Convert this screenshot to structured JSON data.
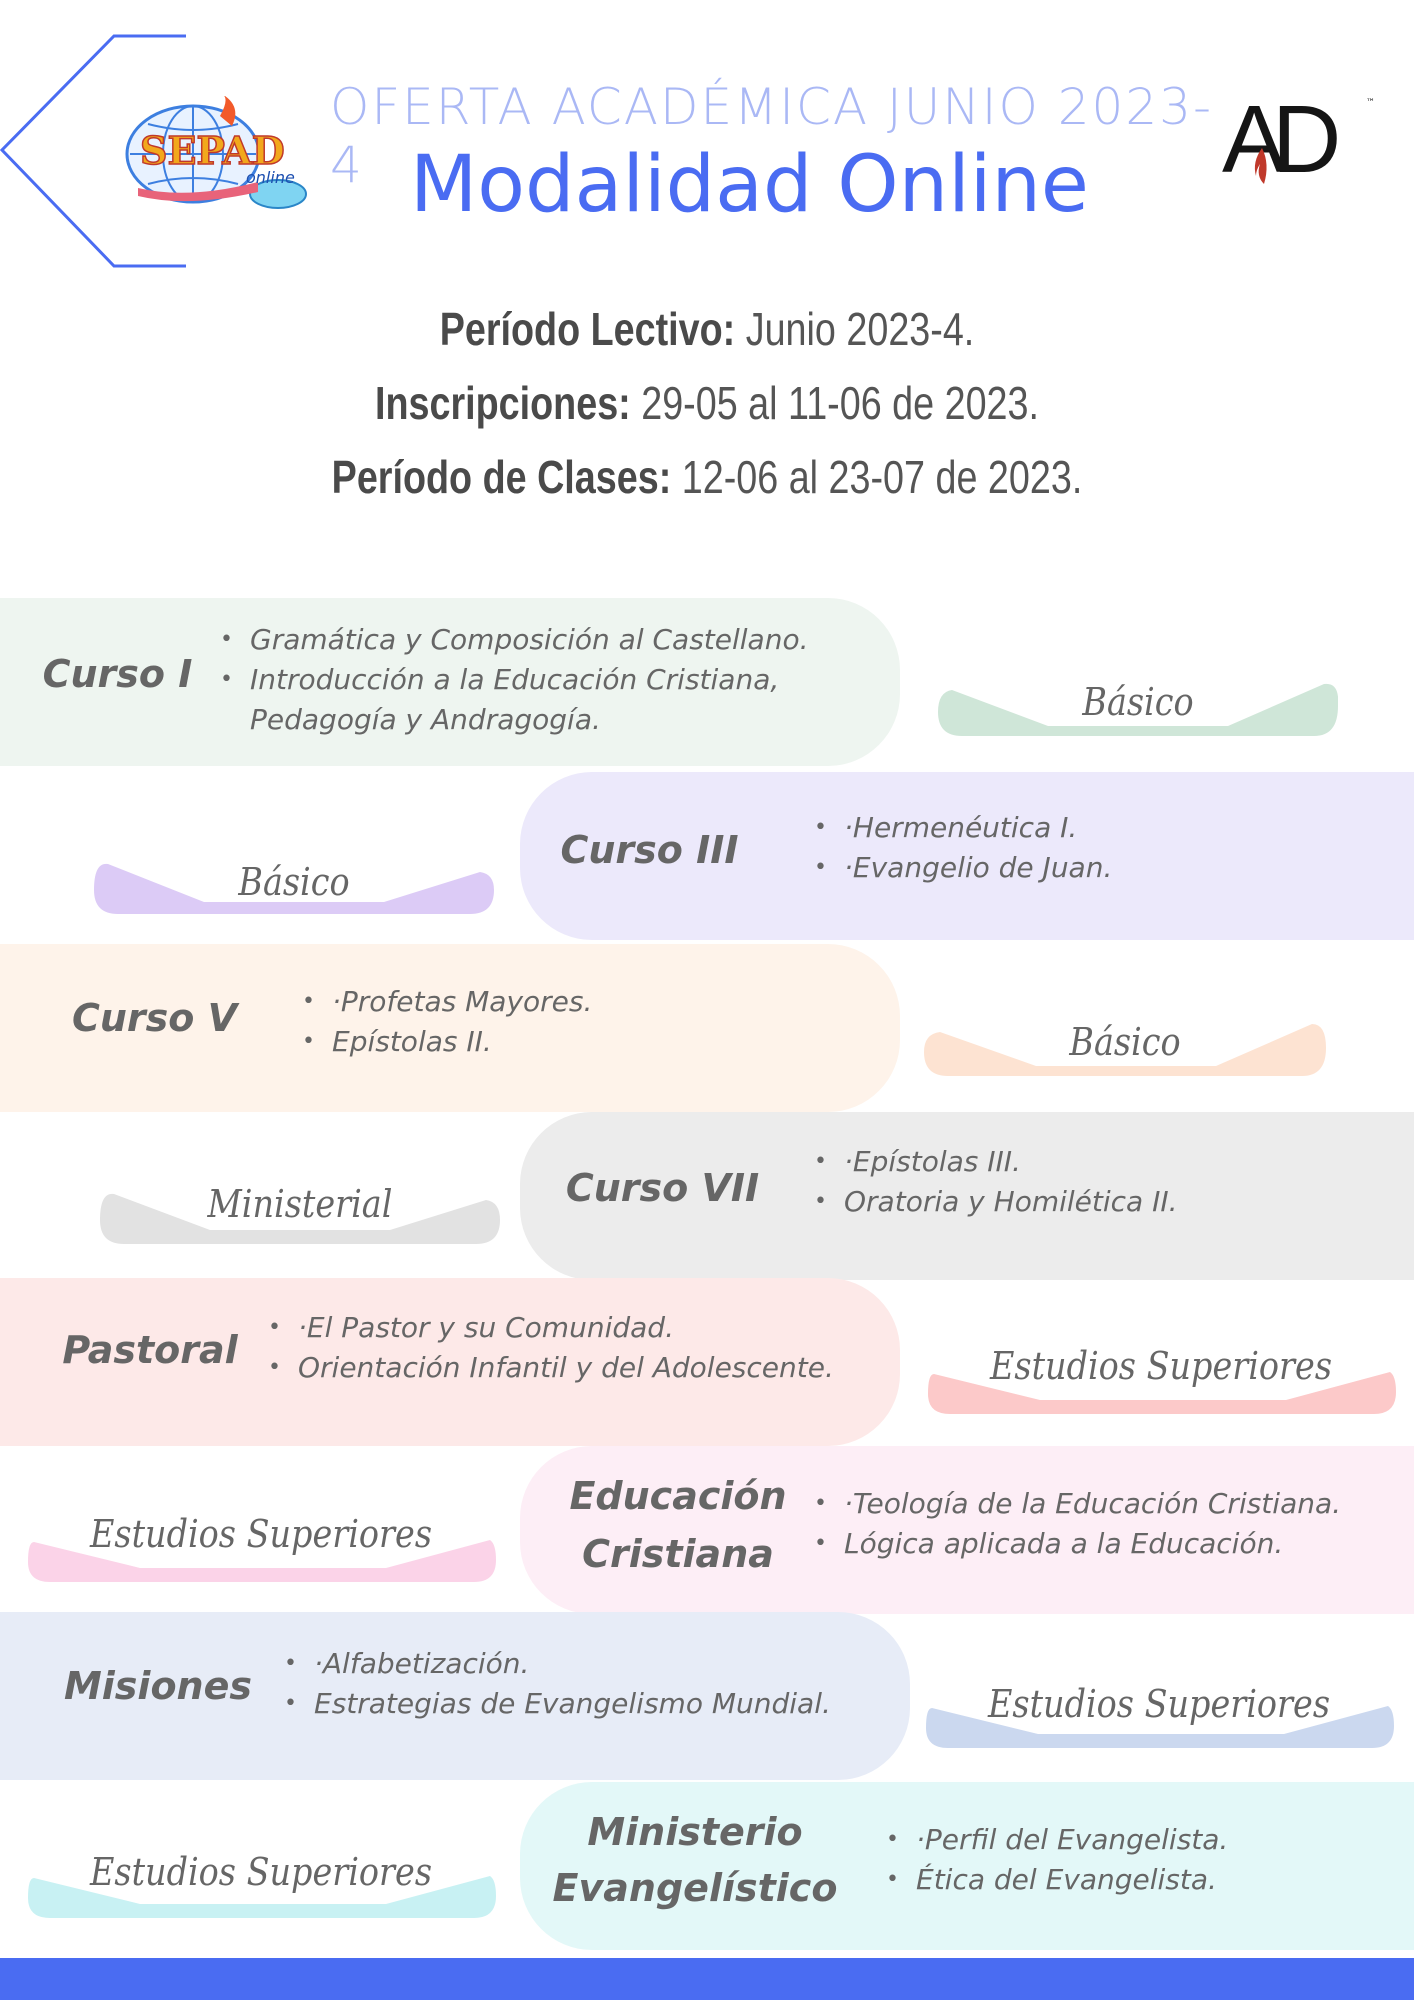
{
  "header": {
    "supertitle": "OFERTA ACADÉMICA JUNIO 2023-4",
    "title": "Modalidad Online",
    "logo_left_text": "SEPAD",
    "logo_left_sub": "online",
    "logo_right_text": "AD"
  },
  "info": {
    "periodo_label": "Período Lectivo:",
    "periodo_value": " Junio 2023-4.",
    "inscripciones_label": "Inscripciones:",
    "inscripciones_value": " 29-05 al 11-06 de 2023.",
    "clases_label": "Período de Clases:",
    "clases_value": " 12-06 al 23-07 de 2023."
  },
  "colors": {
    "accent": "#4a6cf2",
    "band_1": "#eef5f0",
    "tag_1": "#cfe6d8",
    "band_2": "#ece9fb",
    "tag_2": "#dccbf6",
    "band_3": "#fef3ea",
    "tag_3": "#fde3d2",
    "band_4": "#ececec",
    "tag_4": "#e2e2e2",
    "band_5": "#fde9e8",
    "tag_5": "#fcc9c9",
    "band_6": "#fdeef6",
    "tag_6": "#fbd3e8",
    "band_7": "#e7ecf7",
    "tag_7": "#cbd8ef",
    "band_8": "#e3f8f8",
    "tag_8": "#c8f1f3"
  },
  "courses": [
    {
      "title": "Curso I",
      "level": "Básico",
      "subjects": [
        "Gramática y Composición al Castellano.",
        "Introducción a la Educación Cristiana, Pedagogía y Andragogía."
      ]
    },
    {
      "title": "Curso III",
      "level": "Básico",
      "subjects": [
        "·Hermenéutica I.",
        "·Evangelio de Juan."
      ]
    },
    {
      "title": "Curso V",
      "level": "Básico",
      "subjects": [
        "·Profetas Mayores.",
        "Epístolas II."
      ]
    },
    {
      "title": "Curso VII",
      "level": "Ministerial",
      "subjects": [
        "·Epístolas III.",
        "Oratoria y Homilética II."
      ]
    },
    {
      "title": "Pastoral",
      "level": "Estudios Superiores",
      "subjects": [
        "·El Pastor y su Comunidad.",
        "Orientación Infantil y del Adolescente."
      ]
    },
    {
      "title_line1": "Educación",
      "title_line2": "Cristiana",
      "level": "Estudios Superiores",
      "subjects": [
        "·Teología de la Educación Cristiana.",
        "Lógica aplicada a la Educación."
      ]
    },
    {
      "title": "Misiones",
      "level": "Estudios Superiores",
      "subjects": [
        "·Alfabetización.",
        "Estrategias de Evangelismo Mundial."
      ]
    },
    {
      "title_line1": "Ministerio",
      "title_line2": "Evangelístico",
      "level": "Estudios Superiores",
      "subjects": [
        "·Perfil del Evangelista.",
        "Ética del Evangelista."
      ]
    }
  ]
}
